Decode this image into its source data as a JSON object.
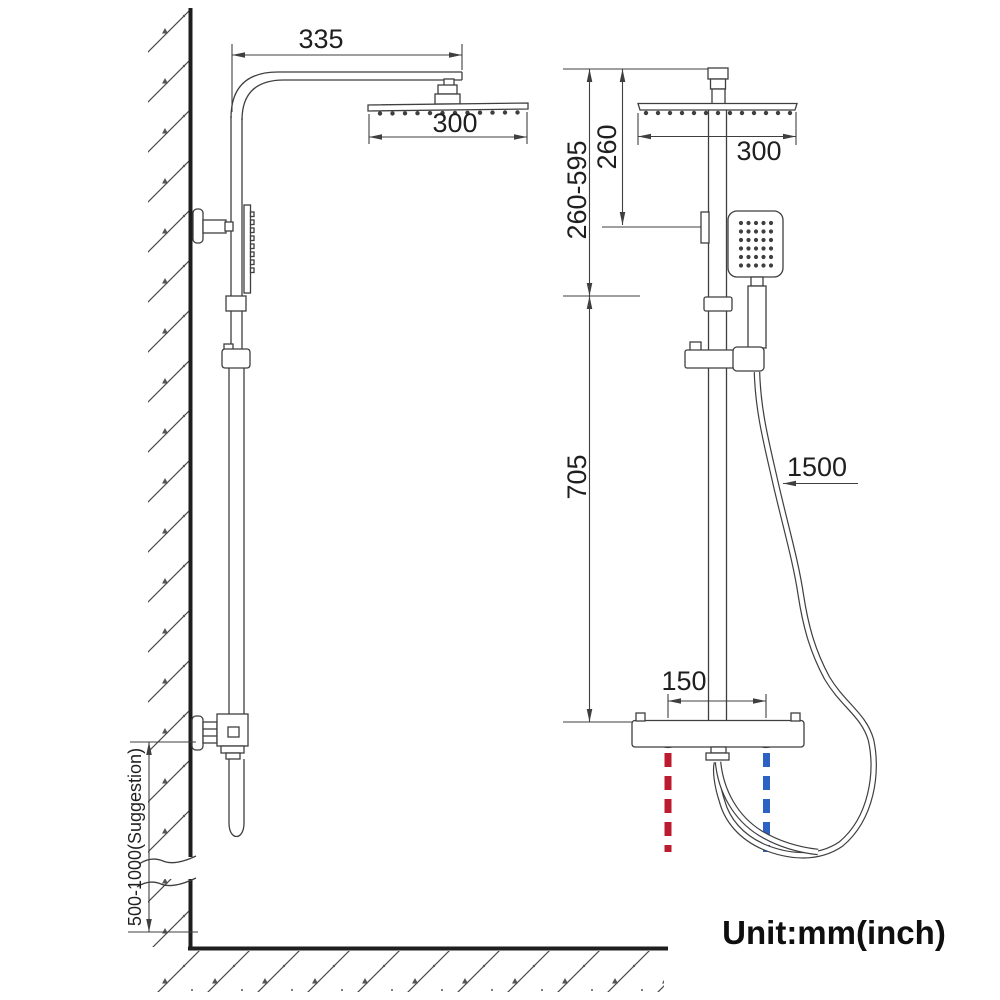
{
  "drawing": {
    "title": "shower-system-installation-drawing",
    "unit_note": "Unit:mm(inch)",
    "colors": {
      "line": "#3f3f3f",
      "heavy_line": "#1e1e1e",
      "hot_water": "#bc1a2e",
      "cold_water": "#2d62c5"
    },
    "side_view": {
      "dim_arm_length": "335",
      "dim_head_width": "300",
      "dim_install_height": "500-1000(Suggestion)"
    },
    "front_view": {
      "dim_head_width": "300",
      "dim_head_to_bracket": "260",
      "dim_adjustable_range": "260-595",
      "dim_bracket_to_valve": "705",
      "dim_hose_length": "1500",
      "dim_inlet_spacing": "150"
    }
  }
}
